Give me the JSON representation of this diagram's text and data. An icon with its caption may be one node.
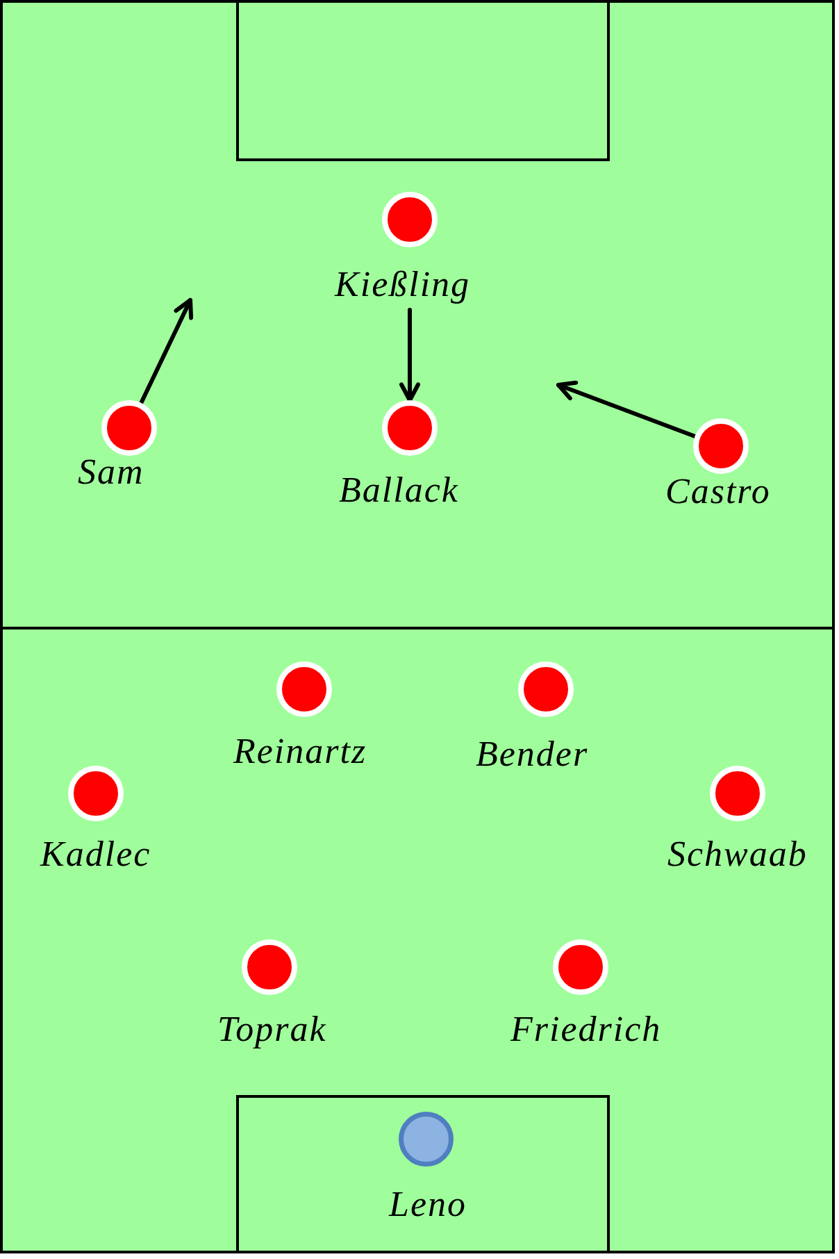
{
  "diagram": {
    "nodes": [
      {
        "text": [
          "Kießling"
        ]
      },
      {
        "text": [
          "Sam"
        ]
      },
      {
        "text": [
          "Ballack"
        ]
      },
      {
        "text": [
          "Castro"
        ]
      },
      {
        "text": [
          "Reinartz"
        ]
      },
      {
        "text": [
          "Bender"
        ]
      },
      {
        "text": [
          "Kadlec"
        ]
      },
      {
        "text": [
          "Schwaab"
        ]
      },
      {
        "text": [
          "Toprak"
        ]
      },
      {
        "text": [
          "Friedrich"
        ]
      },
      {
        "text": [
          "Leno"
        ]
      }
    ],
    "edges": [
      {
        "from": 1,
        "to": null,
        "arrow": "to"
      },
      {
        "from": 0,
        "to": 2,
        "arrow": "to"
      },
      {
        "from": 3,
        "to": null,
        "arrow": "to"
      }
    ]
  }
}
